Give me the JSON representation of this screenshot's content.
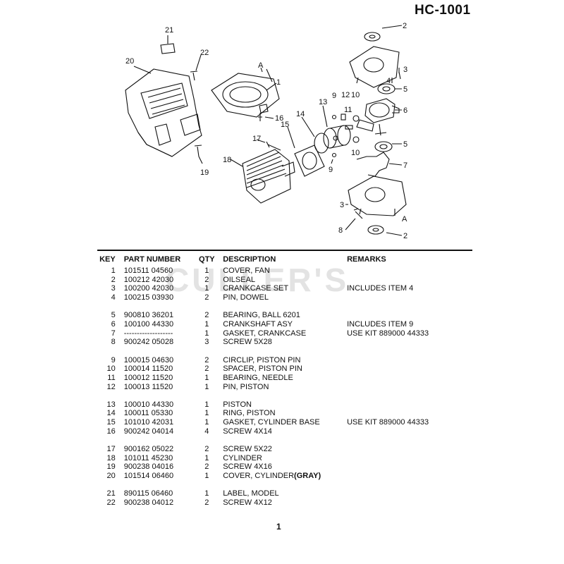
{
  "page_id": "HC-1001",
  "watermark": "CULLER'S",
  "page_number": "1",
  "callouts": {
    "n1": "1",
    "n2a": "2",
    "n2b": "2",
    "n3a": "3",
    "n3b": "3",
    "n4": "4",
    "n5a": "5",
    "n5b": "5",
    "n6": "6",
    "n7": "7",
    "n8": "8",
    "n9a": "9",
    "n9b": "9",
    "n10a": "10",
    "n10b": "10",
    "n11": "11",
    "n12": "12",
    "n13": "13",
    "n14": "14",
    "n15": "15",
    "n16": "16",
    "n17": "17",
    "n18": "18",
    "n19": "19",
    "n20": "20",
    "n21": "21",
    "n22": "22",
    "A1": "A",
    "A2": "A"
  },
  "table": {
    "headers": {
      "key": "KEY",
      "part": "PART NUMBER",
      "qty": "QTY",
      "desc": "DESCRIPTION",
      "remarks": "REMARKS"
    },
    "rows": [
      {
        "key": "1",
        "part": "101511 04560",
        "qty": "1",
        "desc": "COVER, FAN",
        "rem": ""
      },
      {
        "key": "2",
        "part": "100212 42030",
        "qty": "2",
        "desc": "OILSEAL",
        "rem": ""
      },
      {
        "key": "3",
        "part": "100200 42030",
        "qty": "1",
        "desc": "CRANKCASE SET",
        "rem": "INCLUDES ITEM 4"
      },
      {
        "key": "4",
        "part": "100215 03930",
        "qty": "2",
        "desc": "PIN, DOWEL",
        "rem": ""
      },
      {
        "key": "5",
        "part": "900810 36201",
        "qty": "2",
        "desc": "BEARING, BALL 6201",
        "rem": ""
      },
      {
        "key": "6",
        "part": "100100 44330",
        "qty": "1",
        "desc": "CRANKSHAFT ASY",
        "rem": "INCLUDES ITEM 9"
      },
      {
        "key": "7",
        "part": "-------------------",
        "qty": "1",
        "desc": "GASKET, CRANKCASE",
        "rem": "USE KIT 889000 44333"
      },
      {
        "key": "8",
        "part": "900242 05028",
        "qty": "3",
        "desc": "SCREW 5X28",
        "rem": ""
      },
      {
        "key": "9",
        "part": "100015 04630",
        "qty": "2",
        "desc": "CIRCLIP, PISTON PIN",
        "rem": ""
      },
      {
        "key": "10",
        "part": "100014 11520",
        "qty": "2",
        "desc": "SPACER, PISTON PIN",
        "rem": ""
      },
      {
        "key": "11",
        "part": "100012 11520",
        "qty": "1",
        "desc": "BEARING, NEEDLE",
        "rem": ""
      },
      {
        "key": "12",
        "part": "100013 11520",
        "qty": "1",
        "desc": "PIN, PISTON",
        "rem": ""
      },
      {
        "key": "13",
        "part": "100010 44330",
        "qty": "1",
        "desc": "PISTON",
        "rem": ""
      },
      {
        "key": "14",
        "part": "100011 05330",
        "qty": "1",
        "desc": "RING, PISTON",
        "rem": ""
      },
      {
        "key": "15",
        "part": "101010 42031",
        "qty": "1",
        "desc": "GASKET, CYLINDER BASE",
        "rem": "USE KIT 889000 44333"
      },
      {
        "key": "16",
        "part": "900242 04014",
        "qty": "4",
        "desc": "SCREW 4X14",
        "rem": ""
      },
      {
        "key": "17",
        "part": "900162 05022",
        "qty": "2",
        "desc": "SCREW 5X22",
        "rem": ""
      },
      {
        "key": "18",
        "part": "101011 45230",
        "qty": "1",
        "desc": "CYLINDER",
        "rem": ""
      },
      {
        "key": "19",
        "part": "900238 04016",
        "qty": "2",
        "desc": "SCREW 4X16",
        "rem": ""
      },
      {
        "key": "20",
        "part": "101514 06460",
        "qty": "1",
        "desc": "COVER, CYLINDER",
        "desc_bold": "(GRAY)",
        "rem": ""
      },
      {
        "key": "21",
        "part": "890115 06460",
        "qty": "1",
        "desc": "LABEL, MODEL",
        "rem": ""
      },
      {
        "key": "22",
        "part": "900238 04012",
        "qty": "2",
        "desc": "SCREW 4X12",
        "rem": ""
      }
    ]
  }
}
